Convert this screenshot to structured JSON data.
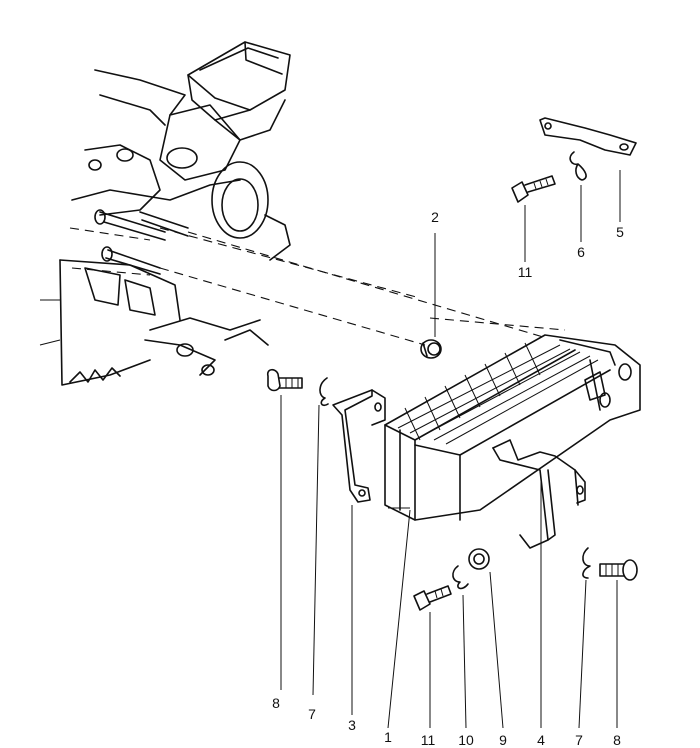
{
  "callouts": [
    {
      "id": "c1",
      "text": "1"
    },
    {
      "id": "c2",
      "text": "2"
    },
    {
      "id": "c3",
      "text": "3"
    },
    {
      "id": "c4",
      "text": "4"
    },
    {
      "id": "c5",
      "text": "5"
    },
    {
      "id": "c6",
      "text": "6"
    },
    {
      "id": "c7a",
      "text": "7"
    },
    {
      "id": "c7b",
      "text": "7"
    },
    {
      "id": "c8a",
      "text": "8"
    },
    {
      "id": "c8b",
      "text": "8"
    },
    {
      "id": "c9",
      "text": "9"
    },
    {
      "id": "c10",
      "text": "10"
    },
    {
      "id": "c11a",
      "text": "11"
    },
    {
      "id": "c11b",
      "text": "11"
    }
  ]
}
